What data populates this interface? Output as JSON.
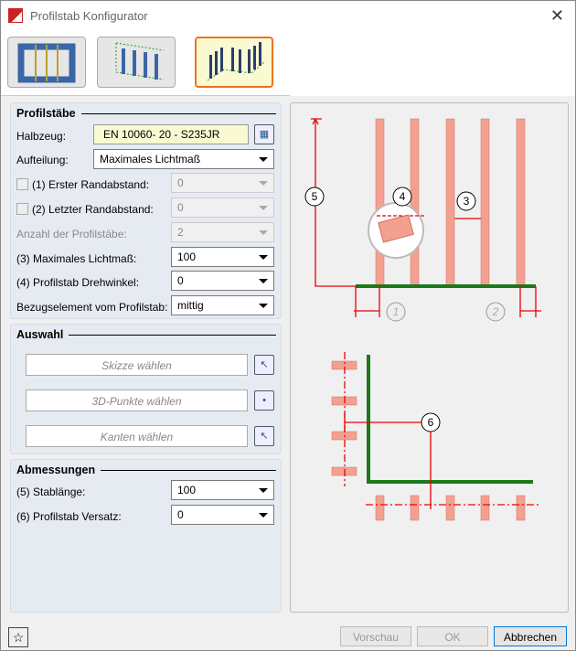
{
  "window": {
    "title": "Profilstab Konfigurator",
    "close": "✕"
  },
  "profilstaebe": {
    "title": "Profilstäbe",
    "halbzeug_label": "Halbzeug:",
    "halbzeug_value": "EN 10060- 20 - S235JR",
    "aufteilung_label": "Aufteilung:",
    "aufteilung_value": "Maximales Lichtmaß",
    "erster_label": "(1) Erster Randabstand:",
    "erster_value": "0",
    "letzter_label": "(2) Letzter Randabstand:",
    "letzter_value": "0",
    "anzahl_label": "Anzahl der Profilstäbe:",
    "anzahl_value": "2",
    "lichtmass_label": "(3) Maximales Lichtmaß:",
    "lichtmass_value": "100",
    "drehwinkel_label": "(4) Profilstab Drehwinkel:",
    "drehwinkel_value": "0",
    "bezug_label": "Bezugselement vom Profilstab:",
    "bezug_value": "mittig"
  },
  "auswahl": {
    "title": "Auswahl",
    "skizze": "Skizze wählen",
    "punkte": "3D-Punkte wählen",
    "kanten": "Kanten wählen"
  },
  "abmessungen": {
    "title": "Abmessungen",
    "stablaenge_label": "(5) Stablänge:",
    "stablaenge_value": "100",
    "versatz_label": "(6) Profilstab Versatz:",
    "versatz_value": "0"
  },
  "diagram": {
    "l1": "1",
    "l2": "2",
    "l3": "3",
    "l4": "4",
    "l5": "5",
    "l6": "6"
  },
  "footer": {
    "vorschau": "Vorschau",
    "ok": "OK",
    "abbrechen": "Abbrechen",
    "star": "☆"
  }
}
